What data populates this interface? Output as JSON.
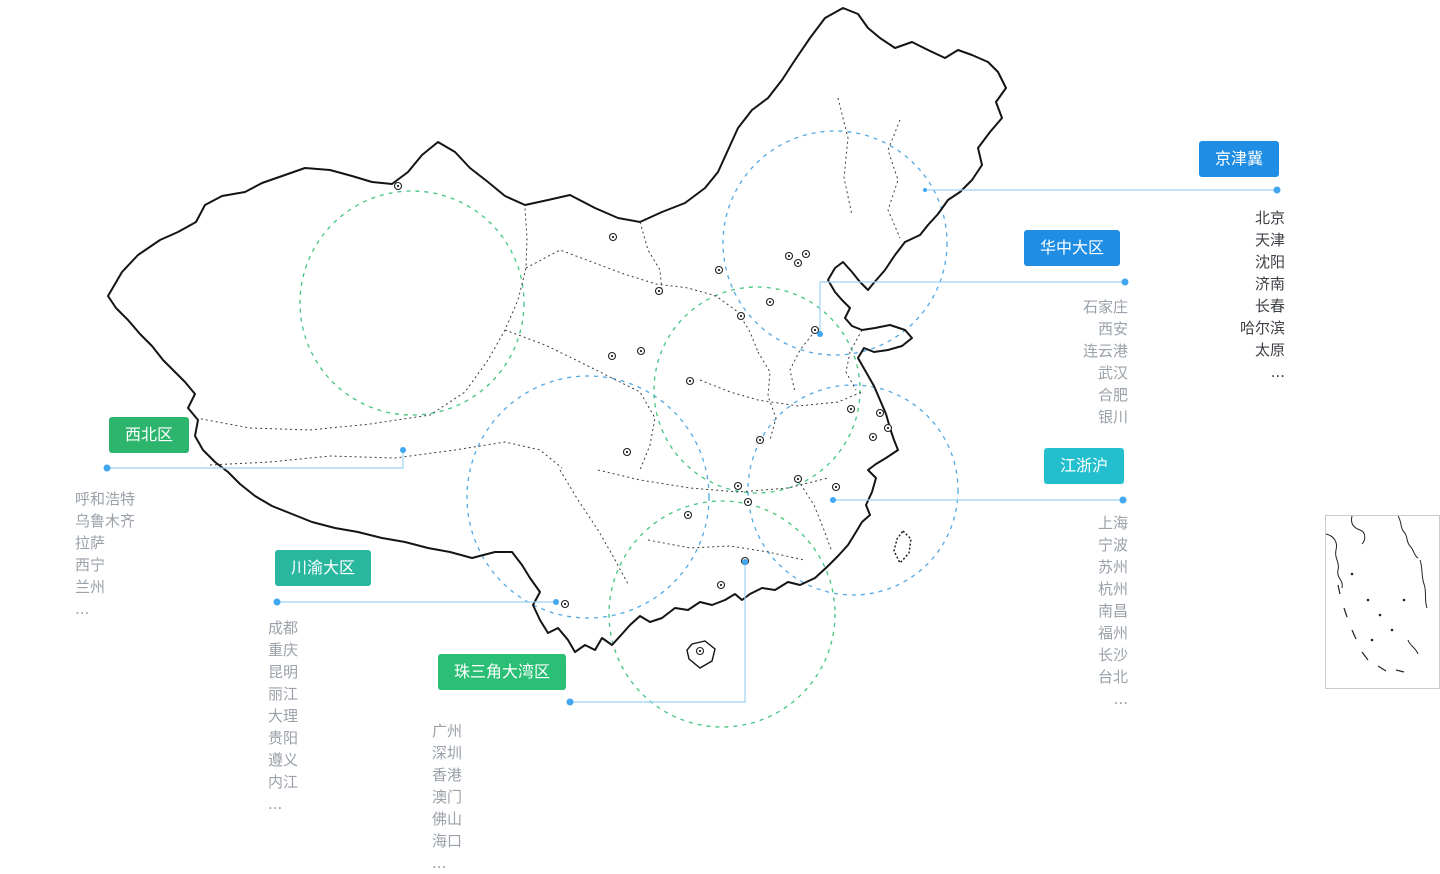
{
  "regions": [
    {
      "id": "jingjinji",
      "label": "京津冀",
      "badge_color": "#1f8de4",
      "cities": [
        "北京",
        "天津",
        "沈阳",
        "济南",
        "长春",
        "哈尔滨",
        "太原",
        "..."
      ]
    },
    {
      "id": "huazhong",
      "label": "华中大区",
      "badge_color": "#1f8de4",
      "cities": [
        "石家庄",
        "西安",
        "连云港",
        "武汉",
        "合肥",
        "银川"
      ]
    },
    {
      "id": "xibei",
      "label": "西北区",
      "badge_color": "#2db56e",
      "cities": [
        "呼和浩特",
        "乌鲁木齐",
        "拉萨",
        "西宁",
        "兰州",
        "..."
      ]
    },
    {
      "id": "jiangzhehu",
      "label": "江浙沪",
      "badge_color": "#23bfcf",
      "cities": [
        "上海",
        "宁波",
        "苏州",
        "杭州",
        "南昌",
        "福州",
        "长沙",
        "台北",
        "..."
      ]
    },
    {
      "id": "chuanyu",
      "label": "川渝大区",
      "badge_color": "#2ab7a0",
      "cities": [
        "成都",
        "重庆",
        "昆明",
        "丽江",
        "大理",
        "贵阳",
        "遵义",
        "内江",
        "..."
      ]
    },
    {
      "id": "zhusanjiao",
      "label": "珠三角大湾区",
      "badge_color": "#2abf74",
      "cities": [
        "广州",
        "深圳",
        "香港",
        "澳门",
        "佛山",
        "海口",
        "..."
      ]
    }
  ],
  "map": {
    "callout_line_color": "#9dd1f4",
    "callout_dot_color": "#41a7f0",
    "circle_blue": "#3f9fe0",
    "circle_green": "#2fbf71"
  }
}
